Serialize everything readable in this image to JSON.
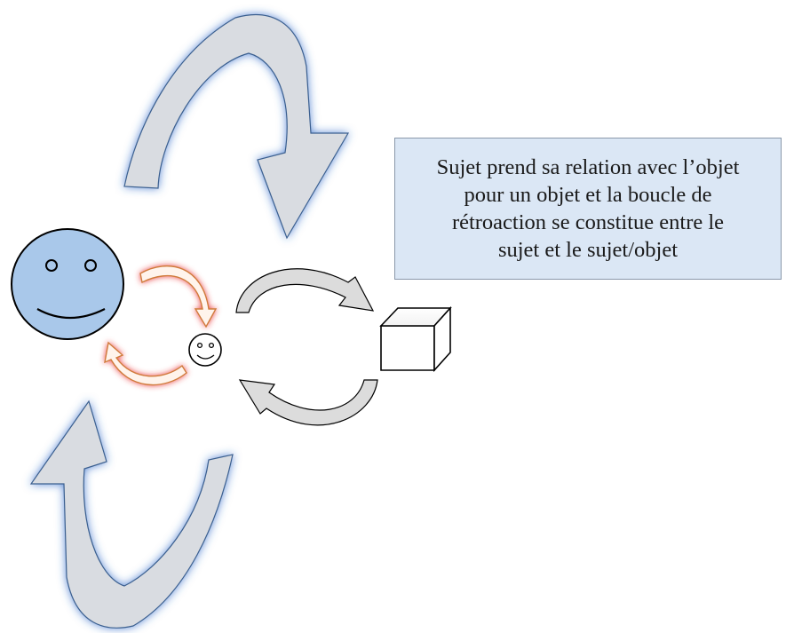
{
  "callout": {
    "lines": [
      "Sujet prend sa relation avec l’objet",
      "pour un objet et la boucle de",
      "rétroaction se constitue entre le",
      "sujet et le sujet/objet"
    ]
  },
  "colors": {
    "big_arrow_fill": "#d9dce1",
    "big_arrow_glow": "#2b67c7",
    "callout_fill": "#dbe7f5",
    "big_smiley_fill": "#a9c8ea",
    "small_arrow_glow": "#e8282a",
    "small_arrow_stroke": "#d07a3a",
    "loop_arrow_fill": "#dcdcdc",
    "outline": "#000000"
  },
  "icons": {
    "big_smiley": "smiley-face-icon",
    "small_smiley": "smiley-face-icon",
    "cube": "cube-icon"
  }
}
